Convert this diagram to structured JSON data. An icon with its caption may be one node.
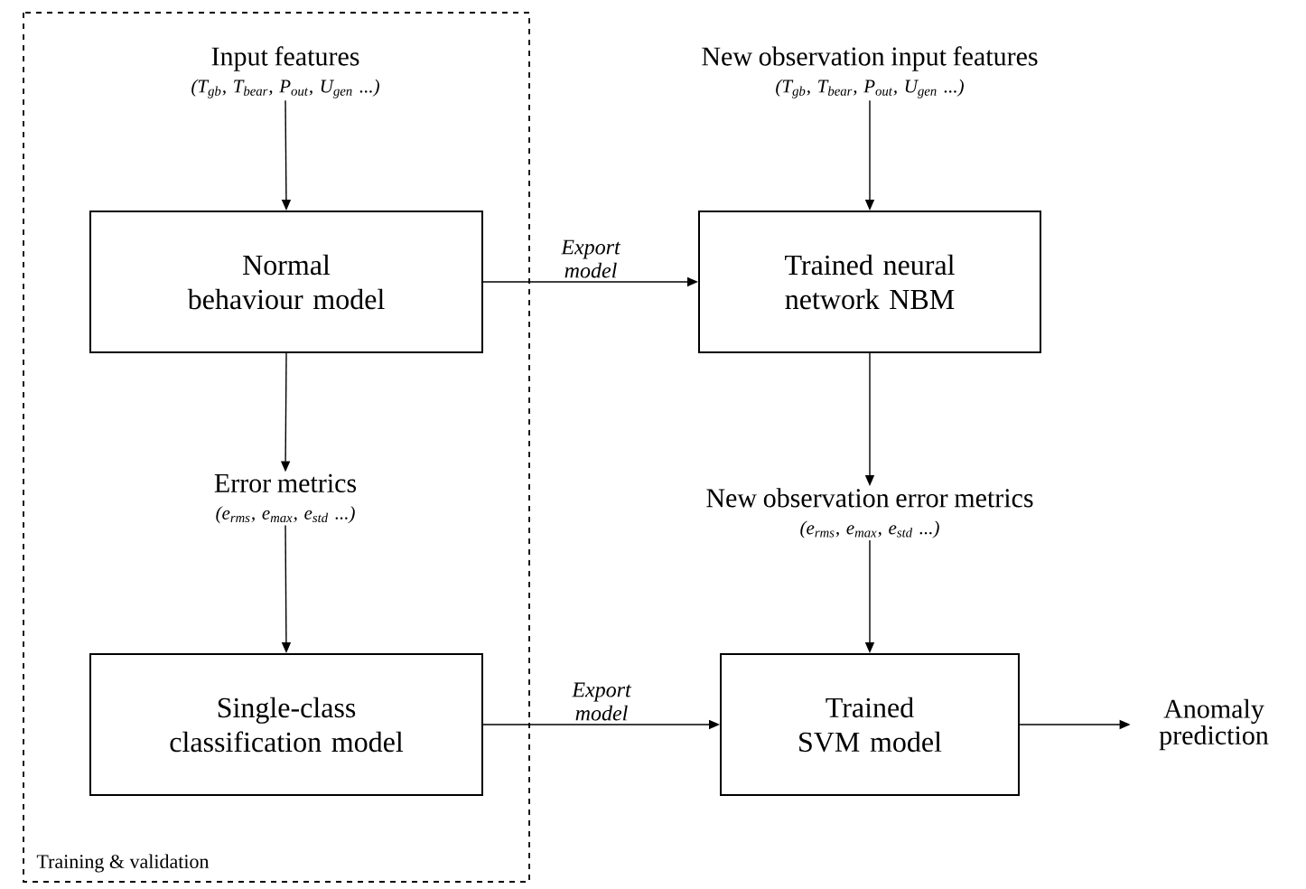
{
  "diagram": {
    "nodes": [
      {
        "text": [
          "Training & validation"
        ]
      },
      {
        "text": [
          "Input features",
          "(T$_{gb}$, T$_{bear}$, P$_{out}$, U$_{gen}$ ...)"
        ],
        "in": 0
      },
      {
        "text": [
          "Normal behaviour model"
        ],
        "in": 0
      },
      {
        "text": [
          "Error metrics",
          "(e$_{rms}$, e$_{max}$, e$_{std}$ ...)"
        ],
        "in": 0
      },
      {
        "text": [
          "Single-class classification model"
        ],
        "in": 0
      },
      {
        "text": [
          "New observation input features",
          "(T$_{gb}$, T$_{bear}$, P$_{out}$, U$_{gen}$ ...)"
        ]
      },
      {
        "text": [
          "Trained neural network NBM"
        ]
      },
      {
        "text": [
          "New observation error metrics",
          "(e$_{rms}$, e$_{max}$, e$_{std}$ ...)"
        ]
      },
      {
        "text": [
          "Trained SVM model"
        ]
      },
      {
        "text": [
          "Anomaly prediction"
        ]
      }
    ],
    "edges": [
      {
        "from": 1,
        "to": 2,
        "arrow": "to"
      },
      {
        "from": 2,
        "to": 3,
        "arrow": "to"
      },
      {
        "from": 3,
        "to": 4,
        "arrow": "to"
      },
      {
        "from": 2,
        "to": 6,
        "arrow": "to",
        "label": "Export model"
      },
      {
        "from": 4,
        "to": 8,
        "arrow": "to",
        "label": "Export model"
      },
      {
        "from": 5,
        "to": 6,
        "arrow": "to"
      },
      {
        "from": 6,
        "to": 7,
        "arrow": "to"
      },
      {
        "from": 7,
        "to": 8,
        "arrow": "to"
      },
      {
        "from": 8,
        "to": 9,
        "arrow": "to"
      }
    ]
  }
}
